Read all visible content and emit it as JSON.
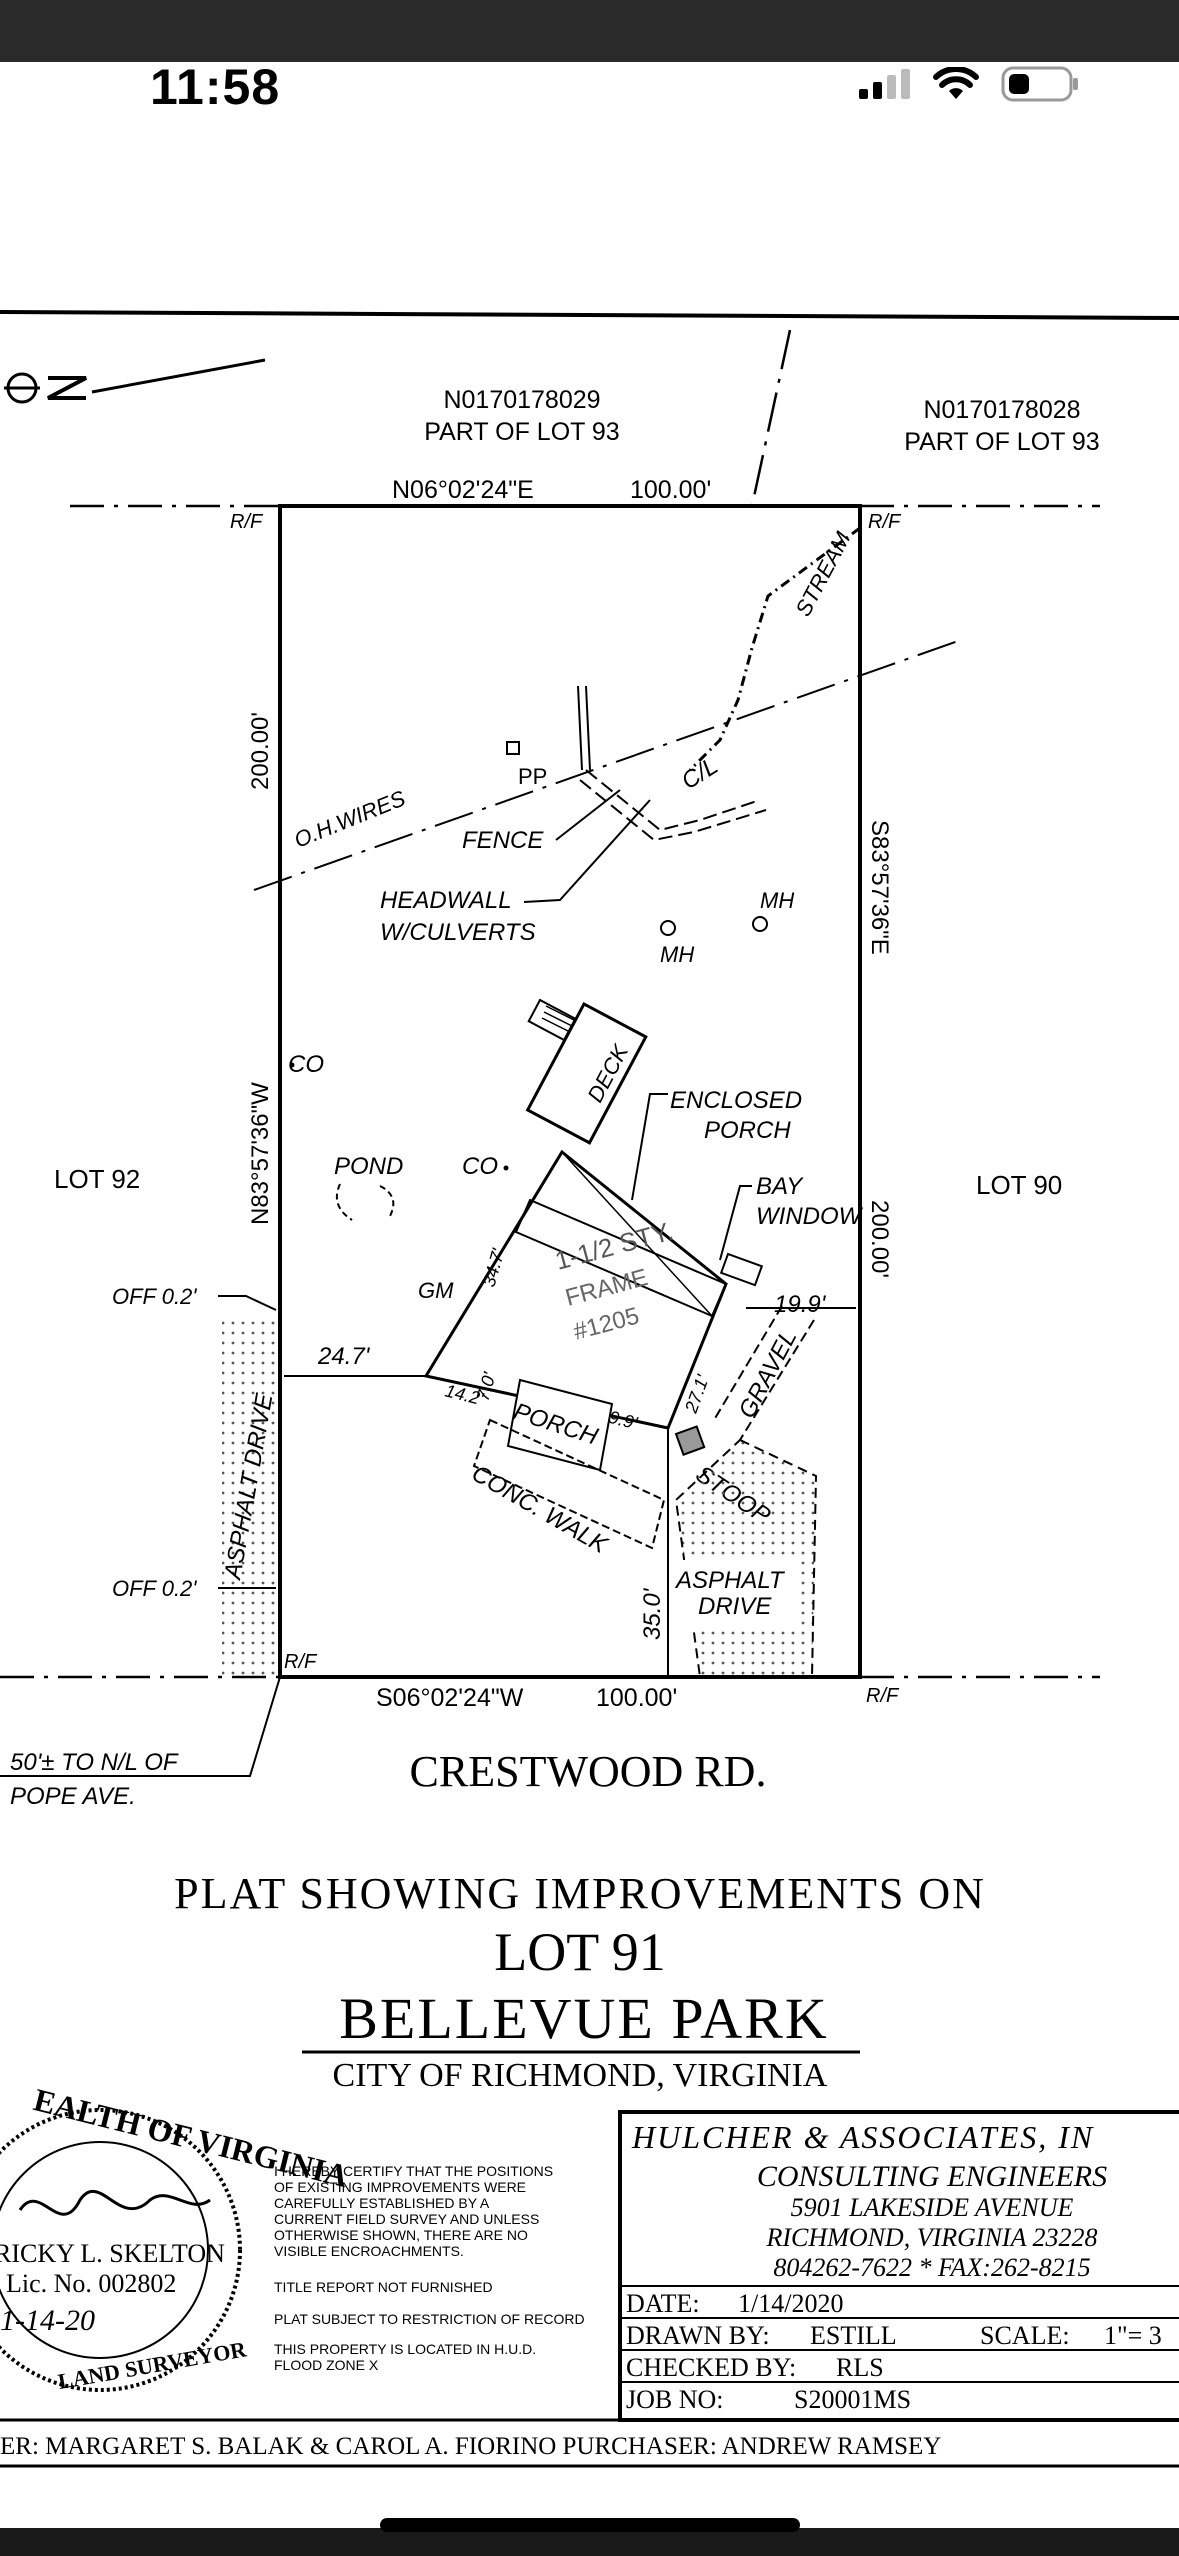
{
  "status_bar": {
    "time": "11:58"
  },
  "plat": {
    "adjacent_left": {
      "id": "N0170178029",
      "lot": "PART OF LOT 93"
    },
    "adjacent_right": {
      "id": "N0170178028",
      "lot": "PART OF LOT 93"
    },
    "bearing_top": "N06°02'24\"E",
    "dist_top": "100.00'",
    "bearing_bottom": "S06°02'24\"W",
    "dist_bottom": "100.00'",
    "bearing_left": "N83°57'36\"W",
    "dist_left": "200.00'",
    "bearing_right": "S83°57'36\"E",
    "dist_right": "200.00'",
    "rf": "R/F",
    "stream": "STREAM",
    "pp": "PP",
    "cl": "C/L",
    "oh_wires": "O.H.WIRES",
    "fence": "FENCE",
    "headwall_1": "HEADWALL",
    "headwall_2": "W/CULVERTS",
    "mh": "MH",
    "co": "CO",
    "deck": "DECK",
    "enclosed_1": "ENCLOSED",
    "enclosed_2": "PORCH",
    "bay_1": "BAY",
    "bay_2": "WINDOW",
    "pond": "POND",
    "lot_left": "LOT 92",
    "lot_right": "LOT 90",
    "off_1": "OFF 0.2'",
    "off_2": "OFF 0.2'",
    "asphalt_drive_left": "ASPHALT DRIVE",
    "asphalt_1": "ASPHALT",
    "asphalt_2": "DRIVE",
    "stoop": "STOOP",
    "gravel": "GRAVEL",
    "porch": "PORCH",
    "conc_walk": "CONC. WALK",
    "gm": "GM",
    "house_1": "1-1/2 STY.",
    "house_2": "FRAME",
    "house_3": "#1205",
    "dim_247": "24.7'",
    "dim_199": "19.9'",
    "dim_350": "35.0'",
    "dim_347": "34.7'",
    "dim_142": "14.2'",
    "dim_271": "27.1'",
    "dim_299": "29.9'",
    "dim_70": "7.0'",
    "north_note": "50'± TO N/L OF",
    "north_note_2": "POPE AVE.",
    "road": "CRESTWOOD RD."
  },
  "title": {
    "line1": "PLAT SHOWING IMPROVEMENTS ON",
    "line2": "LOT 91",
    "line3": "BELLEVUE PARK",
    "line4": "CITY OF RICHMOND, VIRGINIA"
  },
  "seal": {
    "ring_top": "EALTH OF VIRGINIA",
    "ring_bottom": "LAND SURVEYOR",
    "name": "RICKY L. SKELTON",
    "license": "Lic. No. 002802",
    "date": "1-14-20"
  },
  "certification": {
    "lines": [
      "I HEREBY CERTIFY THAT THE POSITIONS",
      "OF EXISTING IMPROVEMENTS WERE",
      "CAREFULLY ESTABLISHED BY A",
      "CURRENT FIELD SURVEY AND UNLESS",
      "OTHERWISE SHOWN, THERE ARE NO",
      "VISIBLE ENCROACHMENTS."
    ],
    "title_report": "TITLE REPORT NOT FURNISHED",
    "restriction": "PLAT SUBJECT TO RESTRICTION OF RECORD",
    "flood_1": "THIS PROPERTY IS LOCATED IN H.U.D.",
    "flood_2": "FLOOD ZONE X"
  },
  "firm": {
    "name": "HULCHER & ASSOCIATES, IN",
    "type": "CONSULTING ENGINEERS",
    "address": "5901 LAKESIDE AVENUE",
    "city": "RICHMOND, VIRGINIA 23228",
    "phone": "804262-7622 * FAX:262-8215"
  },
  "titleblock": {
    "date_label": "DATE:",
    "date": "1/14/2020",
    "drawn_label": "DRAWN BY:",
    "drawn": "ESTILL",
    "scale_label": "SCALE:",
    "scale": "1\"= 3",
    "checked_label": "CHECKED BY:",
    "checked": "RLS",
    "job_label": "JOB NO:",
    "job": "S20001MS"
  },
  "owners": "ER: MARGARET S. BALAK & CAROL A. FIORINO PURCHASER: ANDREW RAMSEY"
}
